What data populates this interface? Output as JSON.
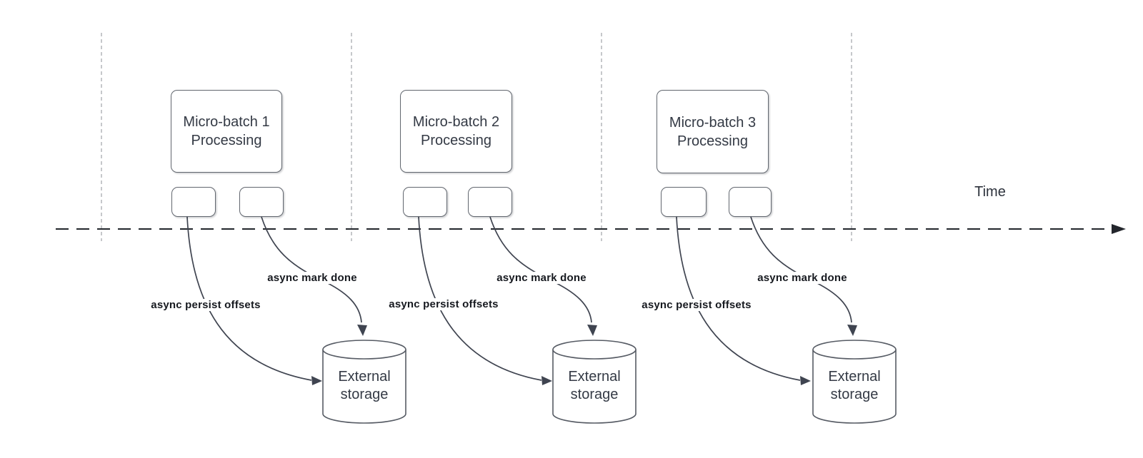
{
  "time_axis": {
    "label": "Time"
  },
  "batches": [
    {
      "box_label": "Micro-batch 1\nProcessing",
      "persist_label": "async persist offsets",
      "mark_done_label": "async mark done",
      "storage_label": "External\nstorage"
    },
    {
      "box_label": "Micro-batch 2\nProcessing",
      "persist_label": "async persist offsets",
      "mark_done_label": "async mark done",
      "storage_label": "External\nstorage"
    },
    {
      "box_label": "Micro-batch 3\nProcessing",
      "persist_label": "async persist offsets",
      "mark_done_label": "async mark done",
      "storage_label": "External\nstorage"
    }
  ],
  "colors": {
    "background": "#ffffff",
    "shape_stroke": "#62676f",
    "arrow_stroke": "#3f4450",
    "axis_stroke": "#23262c",
    "guide_stroke": "#b3b6ba",
    "box_text": "#343a45",
    "label_text": "#16191f"
  }
}
